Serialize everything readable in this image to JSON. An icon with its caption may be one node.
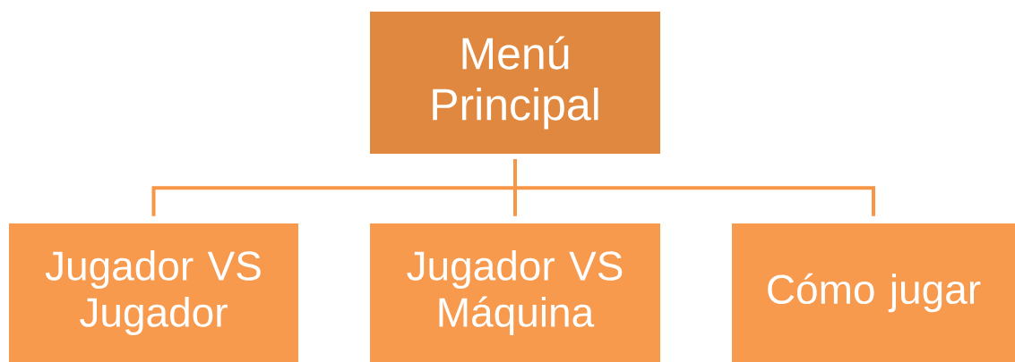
{
  "diagram": {
    "nodes": [
      {
        "text": [
          "Menú Principal"
        ]
      },
      {
        "text": [
          "Jugador VS Jugador"
        ]
      },
      {
        "text": [
          "Jugador VS Máquina"
        ]
      },
      {
        "text": [
          "Cómo jugar"
        ]
      }
    ],
    "edges": [
      {
        "from": 0,
        "to": 1,
        "arrow": "none"
      },
      {
        "from": 0,
        "to": 2,
        "arrow": "none"
      },
      {
        "from": 0,
        "to": 3,
        "arrow": "none"
      }
    ]
  }
}
